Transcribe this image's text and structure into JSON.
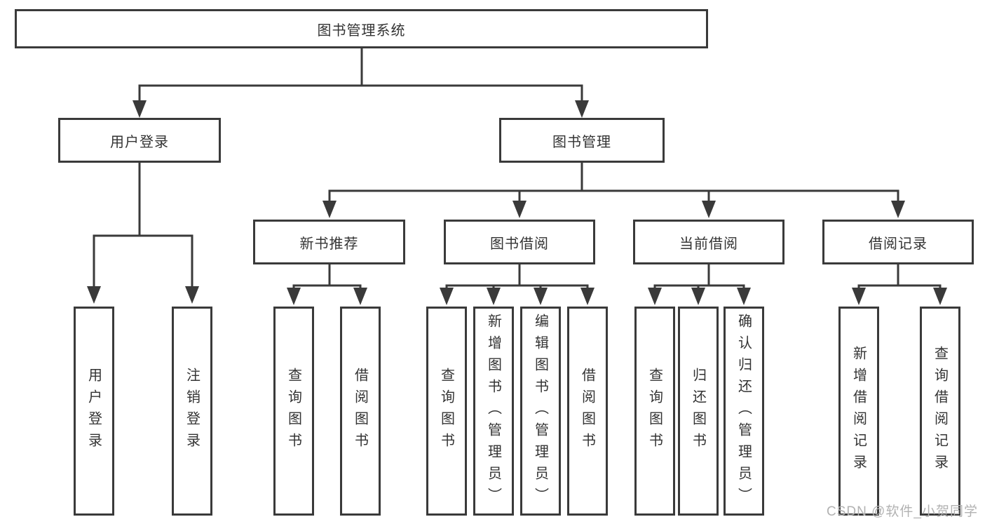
{
  "page": {
    "watermark": "CSDN @软件_小贺同学"
  },
  "colors": {
    "line": "#3a3a3a",
    "text": "#333333",
    "box_background": "#ffffff",
    "watermark": "#b2b2b2"
  },
  "nodes": {
    "root": {
      "label": "图书管理系统"
    },
    "branches": [
      {
        "label": "用户登录",
        "leaves": [
          "用户登录",
          "注销登录"
        ]
      },
      {
        "label": "图书管理",
        "groups": [
          {
            "label": "新书推荐",
            "leaves": [
              "查询图书",
              "借阅图书"
            ]
          },
          {
            "label": "图书借阅",
            "leaves": [
              "查询图书",
              "新增图书（管理员）",
              "编辑图书（管理员）",
              "借阅图书"
            ]
          },
          {
            "label": "当前借阅",
            "leaves": [
              "查询图书",
              "归还图书",
              "确认归还（管理员）"
            ]
          },
          {
            "label": "借阅记录",
            "leaves": [
              "新增借阅记录",
              "查询借阅记录"
            ]
          }
        ]
      }
    ]
  }
}
